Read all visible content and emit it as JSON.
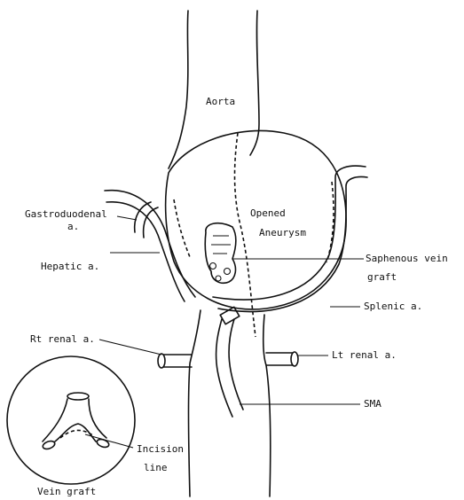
{
  "labels": {
    "aorta": "Aorta",
    "opened": "Opened",
    "aneurysm": "Aneurysm",
    "gastroduodenal_1": "Gastroduodenal",
    "gastroduodenal_2": "a.",
    "hepatic": "Hepatic a.",
    "saphenous_1": "Saphenous vein",
    "saphenous_2": "graft",
    "splenic": "Splenic a.",
    "rt_renal": "Rt renal a.",
    "lt_renal": "Lt renal a.",
    "sma": "SMA",
    "incision_1": "Incision",
    "incision_2": "line",
    "vein_graft": "Vein graft"
  }
}
